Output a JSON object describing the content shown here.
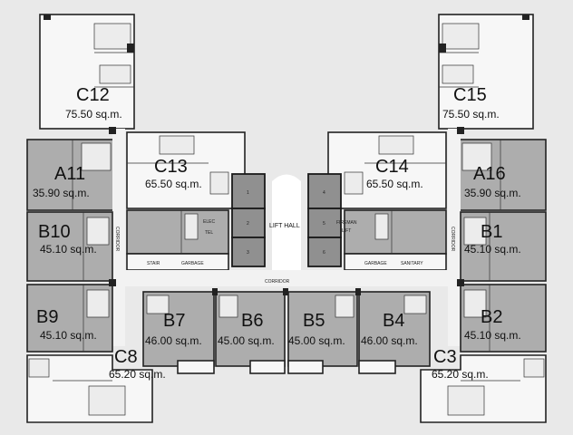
{
  "units": [
    {
      "id": "c12",
      "name": "C12",
      "area": "75.50 sq.m."
    },
    {
      "id": "c15",
      "name": "C15",
      "area": "75.50 sq.m."
    },
    {
      "id": "a11",
      "name": "A11",
      "area": "35.90 sq.m."
    },
    {
      "id": "c13",
      "name": "C13",
      "area": "65.50 sq.m."
    },
    {
      "id": "c14",
      "name": "C14",
      "area": "65.50 sq.m."
    },
    {
      "id": "a16",
      "name": "A16",
      "area": "35.90 sq.m."
    },
    {
      "id": "b10",
      "name": "B10",
      "area": "45.10 sq.m."
    },
    {
      "id": "b1",
      "name": "B1",
      "area": "45.10 sq.m."
    },
    {
      "id": "b9",
      "name": "B9",
      "area": "45.10 sq.m."
    },
    {
      "id": "b2",
      "name": "B2",
      "area": "45.10 sq.m."
    },
    {
      "id": "b7",
      "name": "B7",
      "area": "46.00 sq.m."
    },
    {
      "id": "b6",
      "name": "B6",
      "area": "45.00 sq.m."
    },
    {
      "id": "b5",
      "name": "B5",
      "area": "45.00 sq.m."
    },
    {
      "id": "b4",
      "name": "B4",
      "area": "46.00 sq.m."
    },
    {
      "id": "c8",
      "name": "C8",
      "area": "65.20 sq.m."
    },
    {
      "id": "c3",
      "name": "C3",
      "area": "65.20 sq.m."
    }
  ],
  "labels": {
    "lift_hall": "LIFT HALL",
    "fireman_lift_1": "FIREMAN",
    "fireman_lift_2": "LIFT",
    "corridor": "CORRIDOR"
  },
  "lifts": [
    "1",
    "2",
    "3",
    "4",
    "5",
    "6"
  ],
  "small_labels": {
    "elec": "ELEC",
    "tel": "TEL",
    "stair": "STAIR",
    "garbage": "GARBAGE",
    "sani": "SANITARY"
  }
}
